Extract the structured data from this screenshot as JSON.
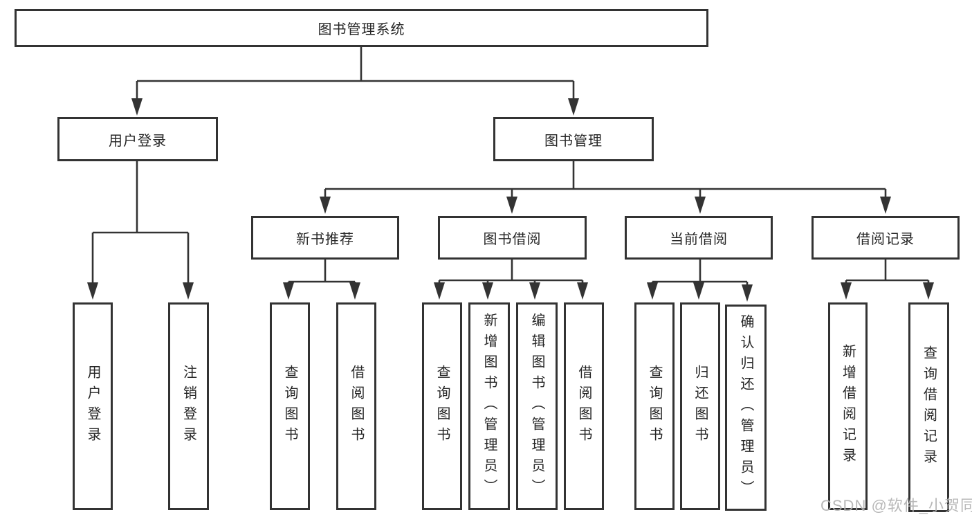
{
  "tree": {
    "root": "图书管理系统",
    "branches": [
      {
        "label": "用户登录",
        "children": [
          "用户登录",
          "注销登录"
        ]
      },
      {
        "label": "图书管理",
        "groups": [
          {
            "label": "新书推荐",
            "children": [
              "查询图书",
              "借阅图书"
            ]
          },
          {
            "label": "图书借阅",
            "children": [
              "查询图书",
              "新增图书（管理员）",
              "编辑图书（管理员）",
              "借阅图书"
            ]
          },
          {
            "label": "当前借阅",
            "children": [
              "查询图书",
              "归还图书",
              "确认归还（管理员）"
            ]
          },
          {
            "label": "借阅记录",
            "children": [
              "新增借阅记录",
              "查询借阅记录"
            ]
          }
        ]
      }
    ]
  },
  "watermark": {
    "text": "CSDN @软件_小贺同学"
  },
  "colors": {
    "line": "#333333",
    "box_border": "#333333",
    "text": "#262626",
    "watermark": "#b3b3b3",
    "background": "#ffffff"
  }
}
